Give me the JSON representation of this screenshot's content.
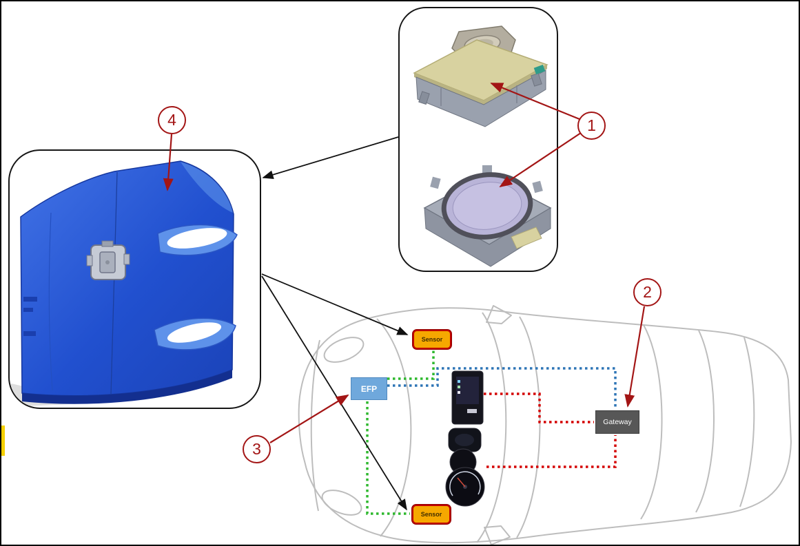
{
  "callouts": {
    "c1": {
      "label": "1"
    },
    "c2": {
      "label": "2"
    },
    "c3": {
      "label": "3"
    },
    "c4": {
      "label": "4"
    }
  },
  "nodes": {
    "front_sensor": {
      "label": "Sensor"
    },
    "rear_sensor": {
      "label": "Sensor"
    },
    "efp": {
      "label": "EFP"
    },
    "gateway": {
      "label": "Gateway"
    }
  },
  "colors": {
    "annotation_red": "#a31515",
    "sensor_box_fill": "#f6a800",
    "sensor_box_border": "#c00000",
    "efp_box_fill": "#6fa8dc",
    "gateway_box_fill": "#575757",
    "bus_green": "#2eb82e",
    "bus_blue": "#2e75b6",
    "bus_red": "#d40000",
    "car_outline_gray": "#bdbdbd",
    "cad_blue": "#2150cf",
    "radome_lavender": "#b9b4d8",
    "sensor_cover_tan": "#d8d2a0"
  }
}
